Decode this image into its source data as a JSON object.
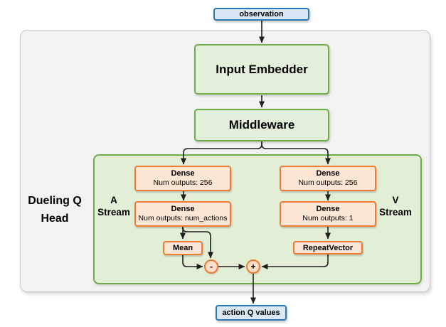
{
  "colors": {
    "blue_border": "#2e75b6",
    "blue_fill": "#dbe9f6",
    "green_border": "#70ad47",
    "green_fill": "#e2efda",
    "inner_container_fill": "#e2eed6",
    "orange_border": "#ed7d31",
    "orange_fill": "#fce5d5",
    "outer_container_fill": "#f2f2f2",
    "arrow": "#1f1f1f"
  },
  "nodes": {
    "observation": "observation",
    "input_embedder": "Input Embedder",
    "middleware": "Middleware",
    "dense_a1": {
      "title": "Dense",
      "subtitle": "Num outputs: 256"
    },
    "dense_a2": {
      "title": "Dense",
      "subtitle": "Num outputs: num_actions"
    },
    "dense_v1": {
      "title": "Dense",
      "subtitle": "Num outputs: 256"
    },
    "dense_v2": {
      "title": "Dense",
      "subtitle": "Num outputs: 1"
    },
    "mean": "Mean",
    "repeat_vector": "RepeatVector",
    "subtract_op": "-",
    "add_op": "+",
    "action_q_values": "action Q values"
  },
  "labels": {
    "dueling_head": {
      "line1": "Dueling Q",
      "line2": "Head"
    },
    "a_stream": {
      "line1": "A",
      "line2": "Stream"
    },
    "v_stream": {
      "line1": "V",
      "line2": "Stream"
    }
  }
}
